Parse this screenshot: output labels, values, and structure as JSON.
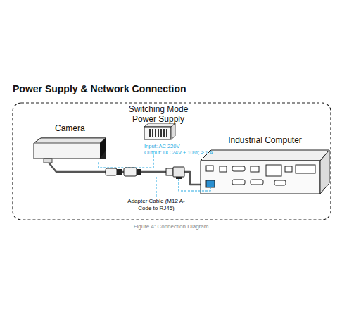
{
  "diagram": {
    "title": "Power Supply & Network Connection",
    "caption": "Figure 4: Connection Diagram",
    "nodes": [
      {
        "text": [
          "Switching Mode Power Supply",
          "Input: AC 220V",
          "Output: DC 24V ± 10%; ≥ 1 A"
        ]
      },
      {
        "text": [
          "Camera"
        ]
      },
      {
        "text": [
          "Industrial Computer"
        ]
      }
    ],
    "edges": [
      {
        "from": 0,
        "to": 1,
        "arrow": "none"
      },
      {
        "from": 1,
        "to": 2,
        "arrow": "none"
      }
    ],
    "labels": [
      "Adapter Cable (M12 A-Code to RJ45)"
    ]
  }
}
